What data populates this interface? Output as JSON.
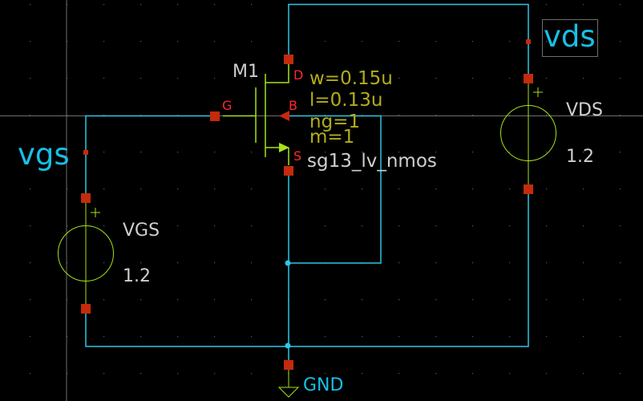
{
  "colors": {
    "background": "#000000",
    "grid_dot": "#5a5a5a",
    "axis": "#6e6e6e",
    "wire": "#2ec6e6",
    "symbol": "#a4e21a",
    "pin": "#c42a0c",
    "pin_label": "#ff2a2a",
    "instance_text": "#cfcfcf",
    "param_text": "#b2ad1a",
    "net_label": "#16c0e6"
  },
  "transistor": {
    "name": "M1",
    "model": "sg13_lv_nmos",
    "pins": {
      "drain": "D",
      "gate": "G",
      "bulk": "B",
      "source": "S"
    },
    "params": [
      "w=0.15u",
      "l=0.13u",
      "ng=1",
      "m=1"
    ]
  },
  "sources": [
    {
      "name": "VGS",
      "value": "1.2",
      "plus": "+"
    },
    {
      "name": "VDS",
      "value": "1.2",
      "plus": "+"
    }
  ],
  "net_labels": {
    "vgs": "vgs",
    "vds": "vds"
  },
  "ground": {
    "label": "GND"
  }
}
